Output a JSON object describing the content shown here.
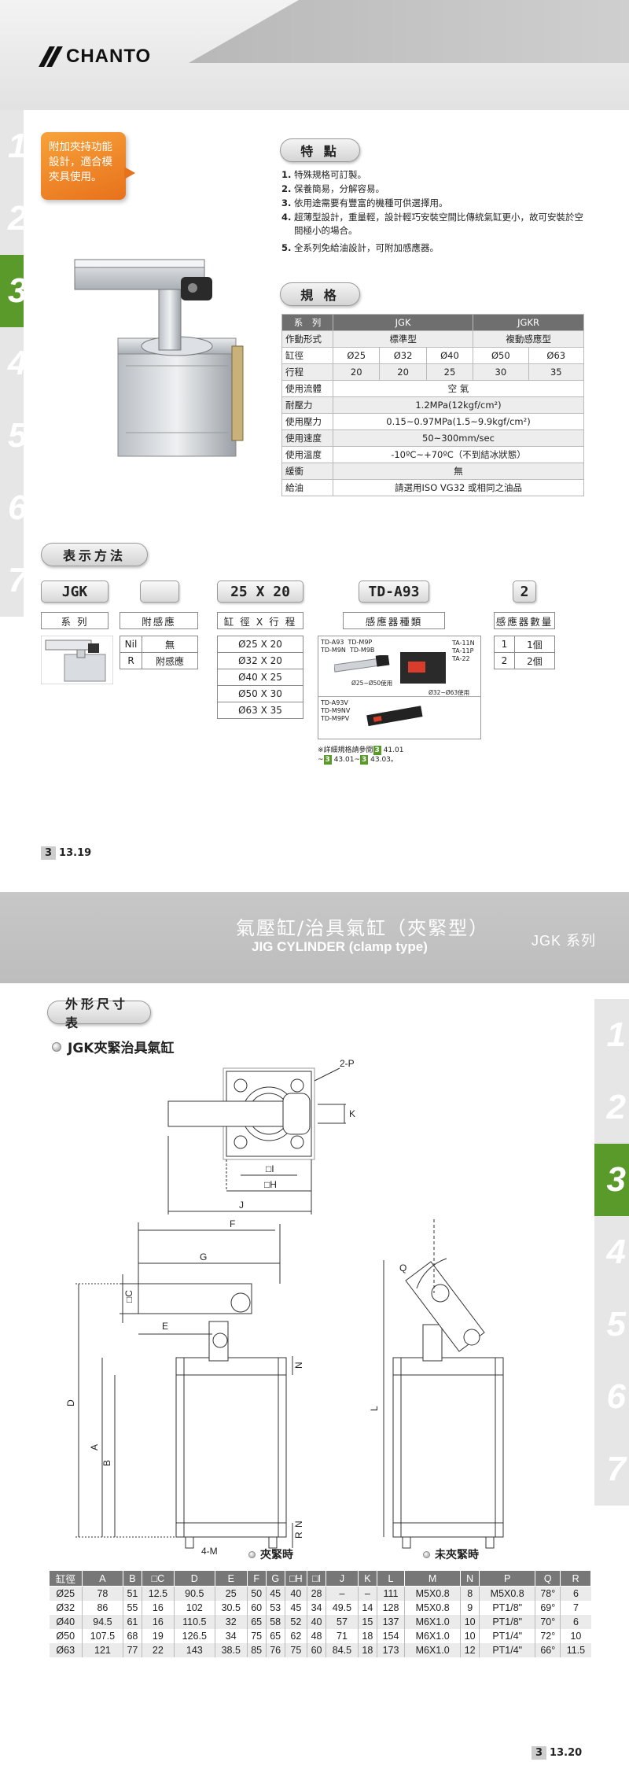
{
  "page1": {
    "brand": "CHANTO",
    "side_tabs": [
      "1",
      "2",
      "3",
      "4",
      "5",
      "6",
      "7"
    ],
    "active_tab": "3",
    "callout": [
      "附加夾持功能",
      "設計，適合模",
      "夾具使用。"
    ],
    "features_title": "特 點",
    "features": [
      {
        "num": "1.",
        "text": "特殊規格可訂製。"
      },
      {
        "num": "2.",
        "text": "保養簡易，分解容易。"
      },
      {
        "num": "3.",
        "text": "依用途需要有豐富的機種可供選擇用。"
      },
      {
        "num": "4.",
        "text": "超薄型設計，重量輕，設計輕巧安裝空間比傳統氣缸更小，故可安裝於空間極小的場合。"
      },
      {
        "num": "5.",
        "text": "全系列免給油設計，可附加感應器。"
      }
    ],
    "spec_title": "規 格",
    "spec": {
      "h_series": "系　列",
      "h_jgk": "JGK",
      "h_jgkr": "JGKR",
      "rows": {
        "action": {
          "label": "作動形式",
          "jgk": "標準型",
          "jgkr": "複動感應型"
        },
        "bore": {
          "label": "缸徑",
          "values": [
            "Ø25",
            "Ø32",
            "Ø40",
            "Ø50",
            "Ø63"
          ]
        },
        "stroke": {
          "label": "行程",
          "values": [
            "20",
            "20",
            "25",
            "30",
            "35"
          ]
        },
        "fluid": {
          "label": "使用流體",
          "value": "空 氣"
        },
        "proof": {
          "label": "耐壓力",
          "value": "1.2MPa(12kgf/cm²)"
        },
        "pressure": {
          "label": "使用壓力",
          "value": "0.15~0.97MPa(1.5~9.9kgf/cm²)"
        },
        "speed": {
          "label": "使用速度",
          "value": "50~300mm/sec"
        },
        "temp": {
          "label": "使用溫度",
          "value": "-10ºC~+70ºC（不到結冰狀態）"
        },
        "cushion": {
          "label": "緩衝",
          "value": "無"
        },
        "lube": {
          "label": "給油",
          "value": "請選用ISO VG32 或相同之油品"
        }
      }
    },
    "order_title": "表示方法",
    "codes": {
      "series": "JGK",
      "sensor_opt": "",
      "bore_stroke": "25 X 20",
      "sensor_type": "TD-A93",
      "sensor_qty": "2"
    },
    "code_labels": {
      "series": "系 列",
      "sensor_opt": "附感應",
      "bore_stroke": "缸 徑 X 行 程",
      "sensor_type": "感應器種類",
      "sensor_qty": "感應器數量"
    },
    "sensor_opt_rows": [
      [
        "Nil",
        "無"
      ],
      [
        "R",
        "附感應"
      ]
    ],
    "bore_stroke_rows": [
      "Ø25 X 20",
      "Ø32 X 20",
      "Ø40 X 25",
      "Ø50 X 30",
      "Ø63 X 35"
    ],
    "sensor_qty_rows": [
      [
        "1",
        "1個"
      ],
      [
        "2",
        "2個"
      ]
    ],
    "sensor_box": {
      "group1": "TD-A93  TD-M9P\nTD-M9N  TD-M9B",
      "group1_note": "Ø25~Ø50使用",
      "group2": "TA-11N\nTA-11P\nTA-22",
      "group2_note": "Ø32~Ø63使用",
      "group3": "TD-A93V\nTD-M9NV\nTD-M9PV"
    },
    "sensor_note_prefix": "※詳細規格請參閱",
    "sensor_note_ref1": "3",
    "sensor_note_page1": "41.01",
    "sensor_note_sep": "~",
    "sensor_note_ref2": "3",
    "sensor_note_page2": "43.01",
    "sensor_note_ref3": "3",
    "sensor_note_page3": "43.03",
    "sensor_note_end": "。",
    "page_chip": "3",
    "page_no": "13.19"
  },
  "page2": {
    "title_zh": "氣壓缸/治具氣缸（夾緊型）",
    "title_en": "JIG CYLINDER (clamp type)",
    "series": "JGK 系列",
    "side_tabs": [
      "1",
      "2",
      "3",
      "4",
      "5",
      "6",
      "7"
    ],
    "active_tab": "3",
    "section_title": "外形尺寸表",
    "sub_title": "JGK夾緊治具氣缸",
    "dim_letters": [
      "2-P",
      "K",
      "□I",
      "□H",
      "J",
      "F",
      "G",
      "□C",
      "E",
      "D",
      "A",
      "B",
      "N",
      "R",
      "N",
      "4-M",
      "L",
      "Q"
    ],
    "caption_clamped": "夾緊時",
    "caption_unclamped": "未夾緊時",
    "table_headers": [
      "缸徑",
      "A",
      "B",
      "□C",
      "D",
      "E",
      "F",
      "G",
      "□H",
      "□I",
      "J",
      "K",
      "L",
      "M",
      "N",
      "P",
      "Q",
      "R"
    ],
    "table_rows": [
      [
        "Ø25",
        "78",
        "51",
        "12.5",
        "90.5",
        "25",
        "50",
        "45",
        "40",
        "28",
        "–",
        "–",
        "111",
        "M5X0.8",
        "8",
        "M5X0.8",
        "78°",
        "6"
      ],
      [
        "Ø32",
        "86",
        "55",
        "16",
        "102",
        "30.5",
        "60",
        "53",
        "45",
        "34",
        "49.5",
        "14",
        "128",
        "M5X0.8",
        "9",
        "PT1/8\"",
        "69°",
        "7"
      ],
      [
        "Ø40",
        "94.5",
        "61",
        "16",
        "110.5",
        "32",
        "65",
        "58",
        "52",
        "40",
        "57",
        "15",
        "137",
        "M6X1.0",
        "10",
        "PT1/8\"",
        "70°",
        "6"
      ],
      [
        "Ø50",
        "107.5",
        "68",
        "19",
        "126.5",
        "34",
        "75",
        "65",
        "62",
        "48",
        "71",
        "18",
        "154",
        "M6X1.0",
        "10",
        "PT1/4\"",
        "72°",
        "10"
      ],
      [
        "Ø63",
        "121",
        "77",
        "22",
        "143",
        "38.5",
        "85",
        "76",
        "75",
        "60",
        "84.5",
        "18",
        "173",
        "M6X1.0",
        "12",
        "PT1/4\"",
        "66°",
        "11.5"
      ]
    ],
    "page_chip": "3",
    "page_no": "13.20"
  }
}
